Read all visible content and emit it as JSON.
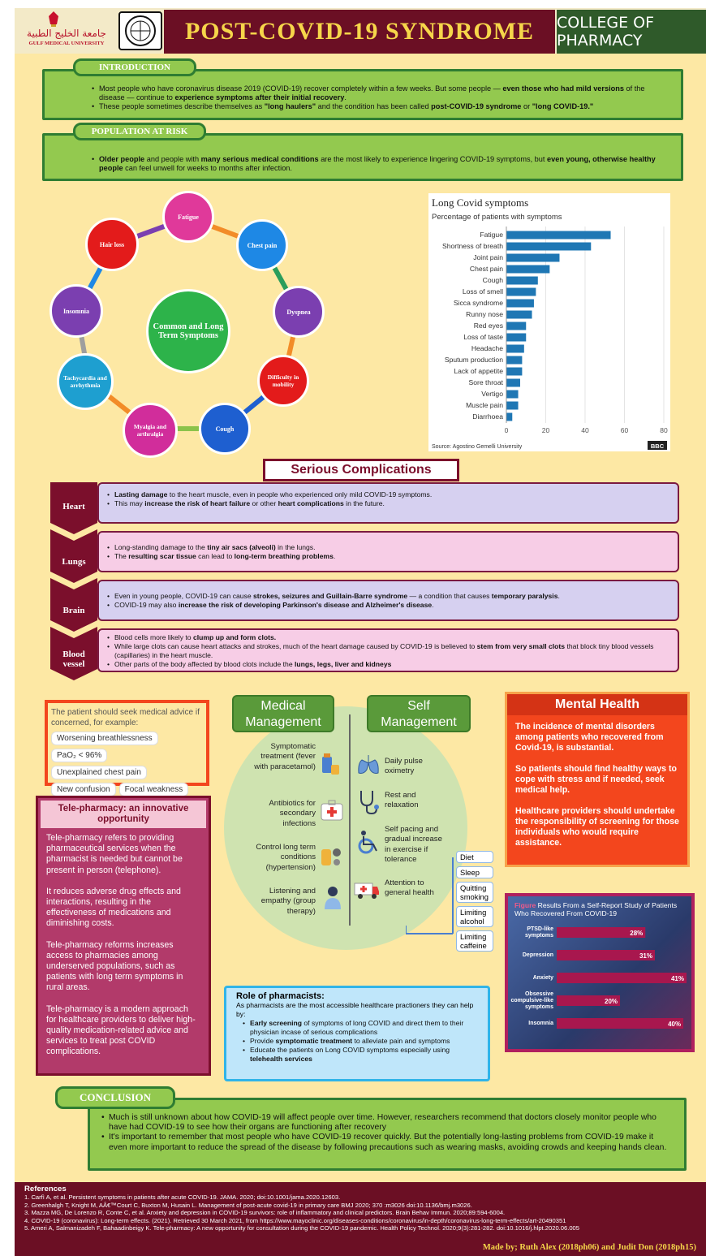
{
  "header": {
    "university_logo_text": "GULF MEDICAL UNIVERSITY",
    "title": "POST-COVID-19 SYNDROME",
    "college": "COLLEGE OF PHARMACY"
  },
  "introduction": {
    "label": "INTRODUCTION",
    "bullets": [
      "Most people who have coronavirus disease 2019 (COVID-19) recover completely within a few weeks. But some people — even those who had mild versions of the disease — continue to experience symptoms after their initial recovery.",
      "These people sometimes describe themselves as \"long haulers\" and the condition has been called post-COVID-19 syndrome or \"long COVID-19.\""
    ]
  },
  "population": {
    "label": "POPULATION AT RISK",
    "bullets": [
      "Older people and people with many serious medical conditions are the most likely to experience lingering COVID-19 symptoms, but even young, otherwise healthy people can feel unwell for weeks to months after infection."
    ]
  },
  "symptom_wheel": {
    "center": "Common and Long Term Symptoms",
    "items": [
      "Fatigue",
      "Chest pain",
      "Dyspnea",
      "Difficulty in mobility",
      "Cough",
      "Myalgia and arthralgia",
      "Tachycardia and arrhythmia",
      "Insomnia",
      "Hair loss"
    ],
    "colors": [
      "#e0399a",
      "#1e88e5",
      "#7b3fb0",
      "#e31b1b",
      "#1e5fd0",
      "#d12d9b",
      "#1e9fd0",
      "#7b3fb0",
      "#e31b1b"
    ]
  },
  "chart_data": {
    "type": "bar",
    "title": "Long Covid symptoms",
    "subtitle": "Percentage of patients with symptoms",
    "categories": [
      "Fatigue",
      "Shortness of breath",
      "Joint pain",
      "Chest pain",
      "Cough",
      "Loss of smell",
      "Sicca syndrome",
      "Runny nose",
      "Red eyes",
      "Loss of taste",
      "Headache",
      "Sputum production",
      "Lack of appetite",
      "Sore throat",
      "Vertigo",
      "Muscle pain",
      "Diarrhoea"
    ],
    "values": [
      53,
      43,
      27,
      22,
      16,
      15,
      14,
      13,
      10,
      10,
      9,
      8,
      8,
      7,
      6,
      6,
      3
    ],
    "xlim": [
      0,
      80
    ],
    "xticks": [
      0,
      20,
      40,
      60,
      80
    ],
    "source": "Source: Agostino Gemelli University",
    "brand": "BBC",
    "color": "#1f77b4"
  },
  "complications": {
    "title": "Serious Complications",
    "items": [
      {
        "organ": "Heart",
        "bullets": [
          "Lasting damage to the heart muscle, even in people who experienced only mild COVID-19 symptoms.",
          "This may increase the risk of heart failure or other heart complications in the future."
        ],
        "color": "#d6d0f0"
      },
      {
        "organ": "Lungs",
        "bullets": [
          "Long-standing damage to the tiny air sacs (alveoli) in the lungs.",
          "The resulting scar tissue can lead to long-term breathing problems."
        ],
        "color": "#f7cde6"
      },
      {
        "organ": "Brain",
        "bullets": [
          "Even in young people, COVID-19 can cause strokes, seizures and Guillain-Barre syndrome — a condition that causes temporary paralysis.",
          "COVID-19 may also increase the risk of developing Parkinson's disease and Alzheimer's disease."
        ],
        "color": "#d6d0f0"
      },
      {
        "organ": "Blood vessel",
        "bullets": [
          "Blood cells more likely to clump up and form clots.",
          "While large clots can cause heart attacks and strokes, much of the heart damage caused by COVID-19 is believed to stem from very small clots that block tiny blood vessels (capillaries) in the heart muscle.",
          "Other parts of the body affected by blood clots include the lungs, legs, liver and kidneys"
        ],
        "color": "#f7cde6"
      }
    ]
  },
  "seek_advice": {
    "text": "The patient should seek medical advice if concerned, for example:",
    "tags": [
      "Worsening breathlessness",
      "PaO₂ < 96%",
      "Unexplained chest pain",
      "New confusion",
      "Focal weakness"
    ]
  },
  "telepharmacy": {
    "title": "Tele-pharmacy: an innovative opportunity",
    "paragraphs": [
      "Tele-pharmacy refers to providing pharmaceutical services when the pharmacist is needed but cannot be present in person (telephone).",
      "It reduces adverse drug effects and interactions, resulting in the effectiveness of medications and diminishing costs.",
      "Tele-pharmacy reforms increases access to pharmacies among underserved populations, such as patients with long term symptoms in rural areas.",
      "Tele-pharmacy is a modern approach for healthcare providers to deliver high-quality medication-related advice and services to treat post COVID complications."
    ]
  },
  "management": {
    "medical_title": "Medical Management",
    "self_title": "Self Management",
    "medical_items": [
      "Symptomatic treatment (fever with paracetamol)",
      "Antibiotics for secondary infections",
      "Control long term conditions (hypertension)",
      "Listening and empathy (group therapy)"
    ],
    "self_items": [
      "Daily pulse oximetry",
      "Rest and relaxation",
      "Self pacing and gradual increase in exercise if tolerance",
      "Attention to general health"
    ],
    "health_tags": [
      "Diet",
      "Sleep",
      "Quitting smoking",
      "Limiting alcohol",
      "Limiting caffeine"
    ]
  },
  "mental_health": {
    "title": "Mental Health",
    "paragraphs": [
      "The incidence of mental disorders among patients who recovered from Covid-19, is substantial.",
      "So patients should find healthy ways to cope with stress and if needed, seek medical help.",
      "Healthcare providers should undertake the responsibility of screening for those individuals who would require assistance."
    ]
  },
  "self_report": {
    "title_prefix": "Figure",
    "title": "Results From a Self-Report Study of Patients Who Recovered From COVID-19",
    "rows": [
      {
        "label": "PTSD-like symptoms",
        "value": 28,
        "text": "28%"
      },
      {
        "label": "Depression",
        "value": 31,
        "text": "31%"
      },
      {
        "label": "Anxiety",
        "value": 41,
        "text": "41%"
      },
      {
        "label": "Obsessive compulsive-like symptoms",
        "value": 20,
        "text": "20%"
      },
      {
        "label": "Insomnia",
        "value": 40,
        "text": "40%"
      }
    ]
  },
  "pharmacists": {
    "title": "Role of pharmacists:",
    "intro": "As pharmacists are the most accessible healthcare practioners they can help by:",
    "bullets": [
      "Early screening of symptoms of long COVID and direct them to their physician incase of serious complications",
      "Provide symptomatic treatment to alleviate pain and symptoms",
      "Educate the patients on Long COVID symptoms especially using telehealth services"
    ]
  },
  "conclusion": {
    "label": "CONCLUSION",
    "bullets": [
      "Much is still unknown about how COVID-19 will affect people over time. However, researchers recommend that doctors closely monitor people who have had COVID-19 to see how their organs are functioning after recovery",
      "It's important to remember that most people who have COVID-19 recover quickly. But the potentially long-lasting problems from COVID-19 make it even more important to reduce the spread of the disease by following precautions such as wearing masks, avoiding crowds and keeping hands clean."
    ]
  },
  "references": {
    "title": "References",
    "items": [
      "1. Carfì A, et al. Persistent symptoms in patients after acute COVID-19. JAMA. 2020; doi:10.1001/jama.2020.12603.",
      "2. Greenhalgh T, Knight M, AÂ€™Court C, Buxton M, Husain L. Management of post-acute covid-19 in primary care BMJ 2020; 370 :m3026 doi:10.1136/bmj.m3026.",
      "3. Mazza MG, De Lorenzo R, Conte C, et al. Anxiety and depression in COVID-19 survivors: role of inflammatory and clinical predictors. Brain Behav Immun. 2020;89:594-6004.",
      "4. COVID-19 (coronavirus): Long-term effects. (2021). Retrieved 30 March 2021, from https://www.mayoclinic.org/diseases-conditions/coronavirus/in-depth/coronavirus-long-term-effects/art-20490351",
      "5. Ameri A, Salmanizadeh F, Bahaadinbeigy K. Tele-pharmacy: A new opportunity for consultation during the COVID-19 pandemic. Health Policy Technol. 2020;9(3):281-282. doi:10.1016/j.hlpt.2020.06.005"
    ],
    "credit": "Made by; Ruth Alex (2018ph06) and Judit Don (2018ph15)"
  }
}
